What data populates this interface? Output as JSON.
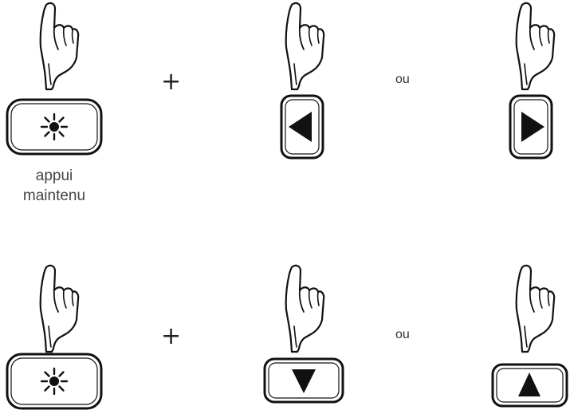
{
  "row1": {
    "operator": "+",
    "separator": "ou",
    "hold_caption": {
      "line1": "appui",
      "line2": "maintenu"
    },
    "keys": [
      {
        "icon": "sun-icon"
      },
      {
        "icon": "triangle-left-icon"
      },
      {
        "icon": "triangle-right-icon"
      }
    ]
  },
  "row2": {
    "operator": "+",
    "separator": "ou",
    "keys": [
      {
        "icon": "sun-icon"
      },
      {
        "icon": "triangle-down-icon"
      },
      {
        "icon": "triangle-up-icon"
      }
    ]
  },
  "colors": {
    "line": "#111111",
    "fill": "#ffffff"
  }
}
